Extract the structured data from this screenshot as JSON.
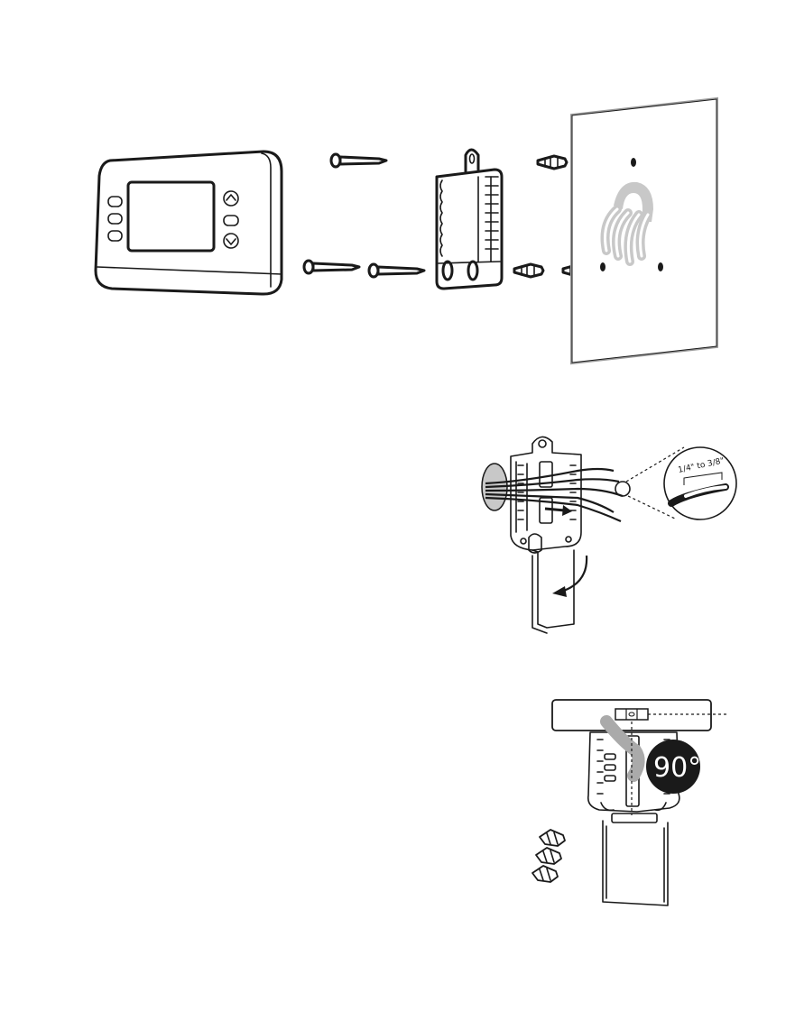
{
  "figure": {
    "panels": [
      {
        "name": "exploded-mounting-view",
        "parts": [
          "thermostat",
          "screw",
          "wallplate",
          "wall-anchor",
          "wall"
        ]
      },
      {
        "name": "wire-insertion-view",
        "callout": {
          "strip_length_label": "1/4\" to 3/8\""
        }
      },
      {
        "name": "leveling-view",
        "angle_label": "90°"
      }
    ]
  },
  "colors": {
    "line": "#1a1a1a",
    "fill": "#ffffff",
    "wall_gray": "#c8c8c8",
    "badge": "#1a1a1a"
  }
}
